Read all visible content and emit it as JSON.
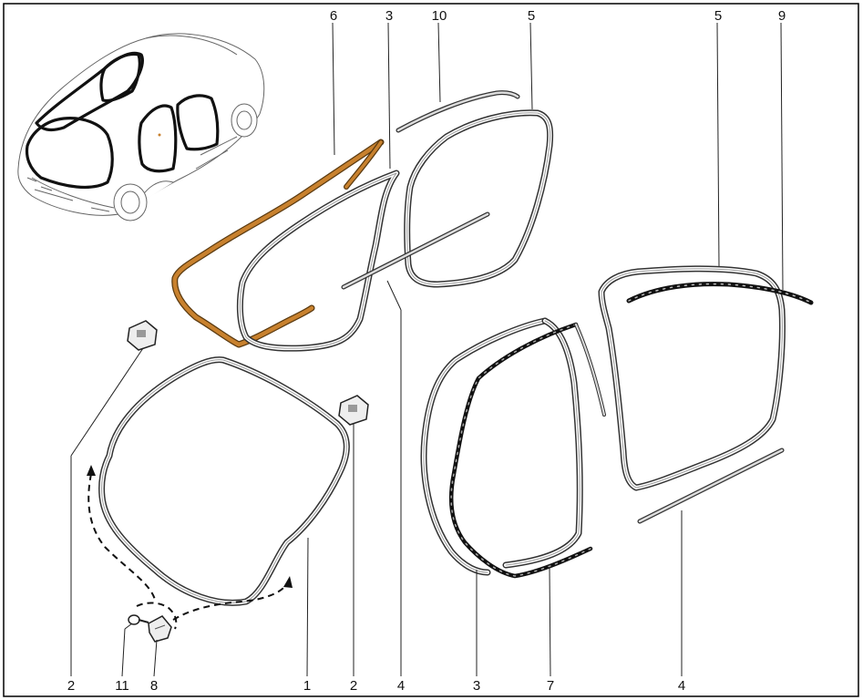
{
  "diagram": {
    "callouts": {
      "top": [
        "6",
        "3",
        "10",
        "5",
        "5",
        "9"
      ],
      "bottom": [
        "2",
        "11",
        "8",
        "1",
        "2",
        "4",
        "3",
        "7",
        "4"
      ]
    },
    "colors": {
      "highlight_part": "#c8812e",
      "line": "#222222",
      "frame": "#000000"
    }
  }
}
